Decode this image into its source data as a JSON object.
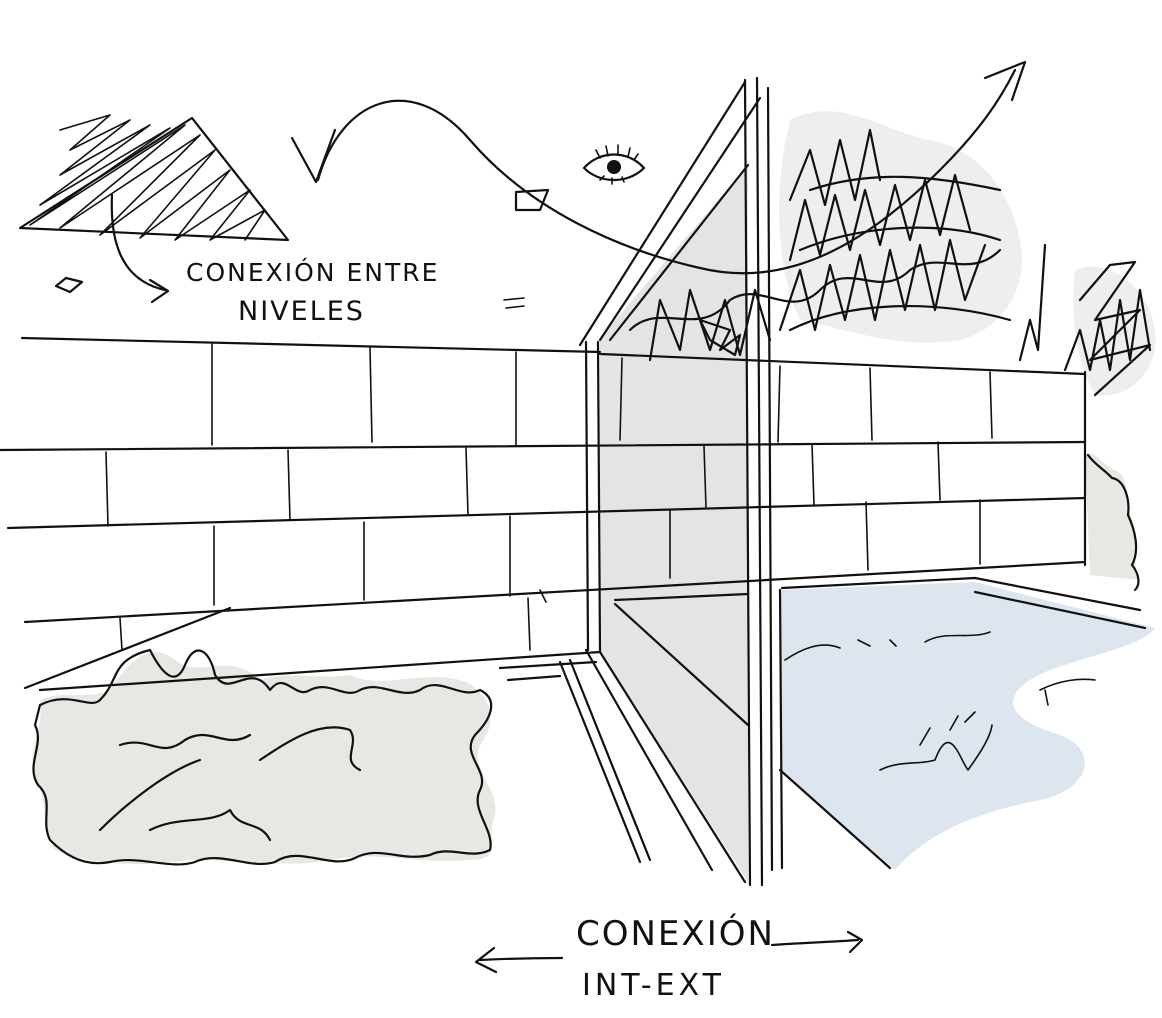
{
  "annotations": {
    "levels_line1": "CONEXIÓN ENTRE",
    "levels_line2": "NIVELES",
    "intext_line1": "CONEXIÓN",
    "intext_line2": "INT-EXT"
  },
  "colors": {
    "ink": "#111111",
    "wall_shadow": "#e3e3e3",
    "water": "#dde5ee",
    "glass": "#c9d2d9",
    "shrub": "#e6e8e3"
  }
}
